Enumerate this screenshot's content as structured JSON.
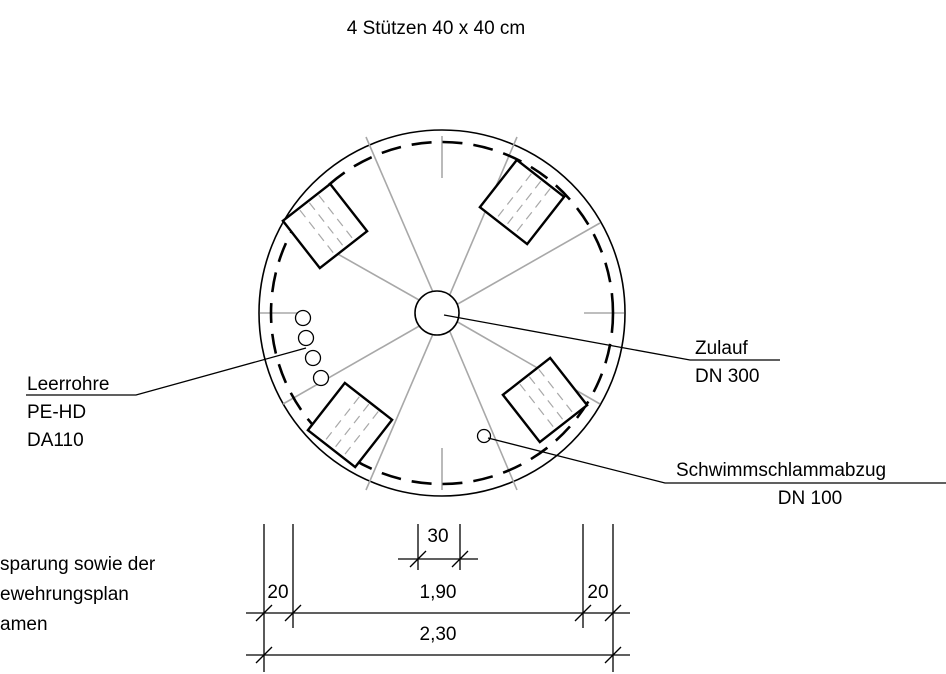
{
  "title": "4 Stützen 40 x 40 cm",
  "labels": {
    "leerrohre": [
      "Leerrohre",
      "PE-HD",
      "DA110"
    ],
    "zulauf": [
      "Zulauf",
      "DN 300"
    ],
    "schwimm": [
      "Schwimmschlammabzug",
      "DN 100"
    ]
  },
  "note_lines": [
    "sparung sowie der",
    "ewehrungsplan",
    "amen"
  ],
  "dimensions": {
    "d30": "30",
    "d20_left": "20",
    "d190": "1,90",
    "d20_right": "20",
    "d230": "2,30"
  },
  "colors": {
    "line": "#000000",
    "grey_line": "#a8a8a8"
  }
}
